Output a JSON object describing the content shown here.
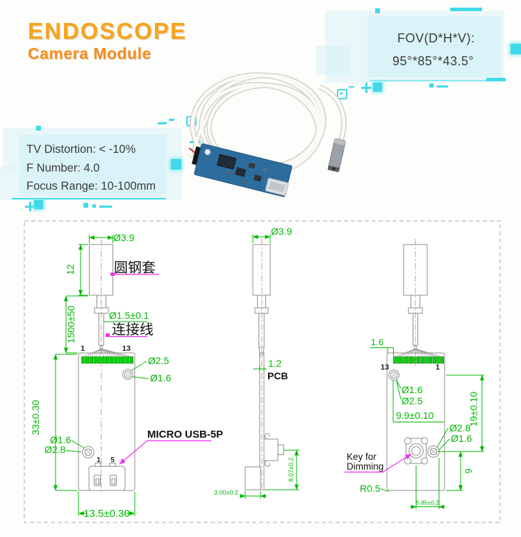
{
  "header": {
    "title": "ENDOSCOPE",
    "subtitle": "Camera Module"
  },
  "fov_box": {
    "line1": "FOV(D*H*V):",
    "line2": "95°*85°*43.5°"
  },
  "specs_box": {
    "line1": "TV Distortion: < -10%",
    "line2": "F Number: 4.0",
    "line3": "Focus Range: 10-100mm"
  },
  "colors": {
    "title_orange": "#f7a41c",
    "subtitle_orange": "#f68e1e",
    "panel_cyan": "#d9f3f8",
    "accent_cyan": "#3fd9e9",
    "dimension_green": "#00b702",
    "leader_magenta": "#f02bf0",
    "centerline_red": "#e08585",
    "pin_green": "#00d40a",
    "pcb_blue": "#2d6d9e"
  },
  "drawing": {
    "front": {
      "dia_top": "Ø3.9",
      "sleeve_len": "12",
      "sleeve_label": "圆钢套",
      "cable_len": "1500±50",
      "cable_dia": "Ø1.5±0.1",
      "cable_label": "连接线",
      "pin_first": "1",
      "pin_last": "13",
      "hole_top_outer": "Ø2.5",
      "hole_top_inner": "Ø1.6",
      "body_len": "33±0.30",
      "hole_bot_inner": "Ø1.6",
      "hole_bot_outer": "Ø2.8",
      "usb_label": "MICRO USB-5P",
      "usb_pin_first": "1",
      "usb_pin_last": "5",
      "body_width": "13.5±0.30"
    },
    "side": {
      "dia_top": "Ø3.9",
      "pcb_thickness": "1.2",
      "pcb_label": "PCB",
      "key_height": "8.07±0.2",
      "usb_protrusion": "3.00±0.2"
    },
    "back": {
      "pin_offset": "1.6",
      "pin_first": "13",
      "pin_last": "1",
      "hole_top_inner": "Ø1.6",
      "hole_top_outer": "Ø2.5",
      "hole_pitch": "9.9±0.10",
      "hole_span": "19±0.10",
      "hole_right_outer": "Ø2.8",
      "hole_right_inner": "Ø1.6",
      "key_line1": "Key for",
      "key_line2": "Dimming",
      "key_bottom": "9",
      "corner_radius": "R0.5",
      "key_offset": "5.85±0.2"
    }
  }
}
